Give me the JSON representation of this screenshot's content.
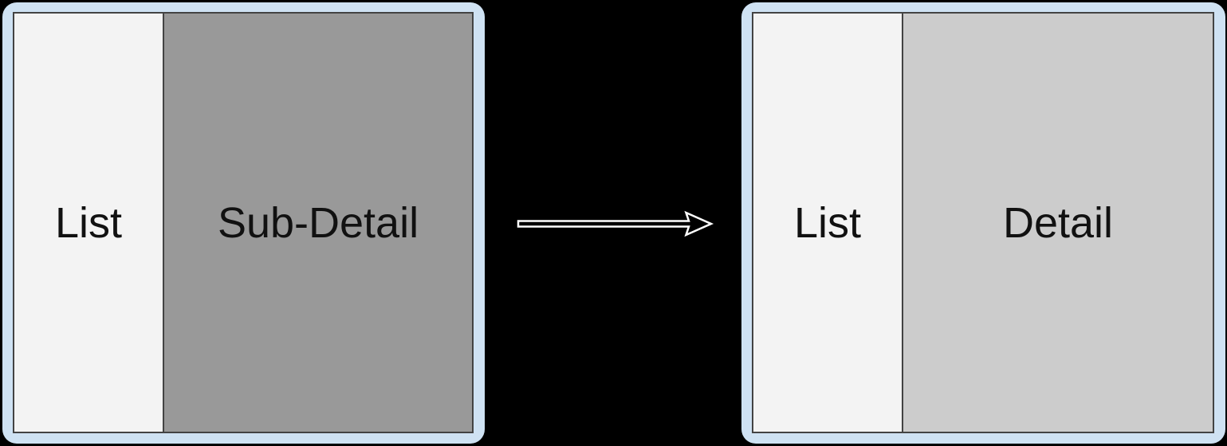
{
  "page": {
    "background": "#000000",
    "description": "Two device frames showing a layout transition from List plus Sub-Detail to List plus Detail"
  },
  "before_frame": {
    "list_label": "List",
    "detail_label": "Sub-Detail",
    "frame_color": "#cfe2f3",
    "border_color": "#434343",
    "list_bg": "#f3f3f3",
    "detail_bg": "#999999"
  },
  "after_frame": {
    "list_label": "List",
    "detail_label": "Detail",
    "frame_color": "#cfe2f3",
    "border_color": "#434343",
    "list_bg": "#f3f3f3",
    "detail_bg": "#cccccc"
  },
  "arrow": {
    "direction": "right",
    "stroke_color": "#ffffff",
    "fill_color": "#000000"
  }
}
